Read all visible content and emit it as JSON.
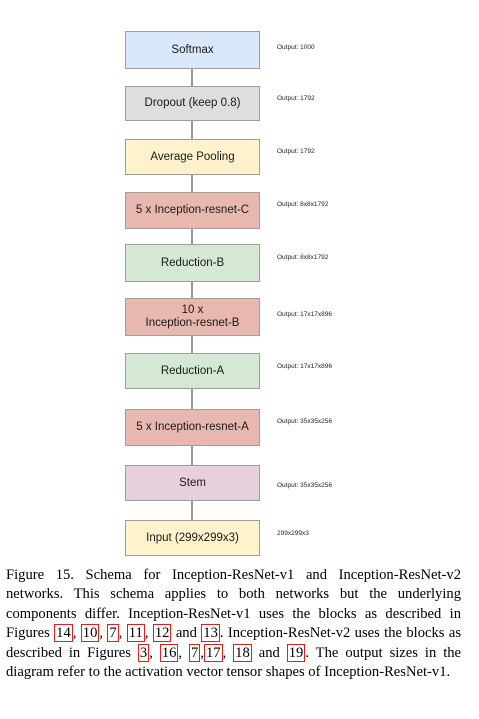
{
  "diagram": {
    "blocks": [
      {
        "label": "Softmax",
        "output": "Output: 1000",
        "fill": "#dae8fc"
      },
      {
        "label": "Dropout (keep 0.8)",
        "output": "Output: 1792",
        "fill": "#dedede"
      },
      {
        "label": "Average Pooling",
        "output": "Output: 1792",
        "fill": "#fff2cc"
      },
      {
        "label": "5 x Inception-resnet-C",
        "output": "Output: 8x8x1792",
        "fill": "#e8b8b0"
      },
      {
        "label": "Reduction-B",
        "output": "Output: 8x8x1792",
        "fill": "#d5e8d4"
      },
      {
        "label": "10 x\nInception-resnet-B",
        "output": "Output: 17x17x896",
        "fill": "#e8b8b0"
      },
      {
        "label": "Reduction-A",
        "output": "Output: 17x17x896",
        "fill": "#d5e8d4"
      },
      {
        "label": "5 x Inception-resnet-A",
        "output": "Output: 35x35x256",
        "fill": "#e8b8b0"
      },
      {
        "label": "Stem",
        "output": "Output: 35x35x256",
        "fill": "#e6d0de"
      },
      {
        "label": "Input (299x299x3)",
        "output": "299x299x3",
        "fill": "#fff2cc"
      }
    ]
  },
  "caption": {
    "p1": "Figure 15. Schema for Inception-ResNet-v1 and Inception-ResNet-v2 networks. This schema applies to both networks but the underlying components differ. Inception-ResNet-v1 uses the blocks as described in Figures ",
    "r1": "14",
    "s1": ", ",
    "r2": "10",
    "s2": ", ",
    "r3": "7",
    "s3": ", ",
    "r4": "11",
    "s4": ", ",
    "r5": "12",
    "s5": " and ",
    "r6": "13",
    "p2": ". Inception-ResNet-v2 uses the blocks as described in Figures ",
    "r7": "3",
    "s7": ", ",
    "r8": "16",
    "s8": ", ",
    "r9": "7",
    "s9": ",",
    "r10": "17",
    "s10": ", ",
    "r11": "18",
    "s11": " and ",
    "r12": "19",
    "p3": ". The output sizes in the diagram refer to the activation vector tensor shapes of Inception-ResNet-v1."
  }
}
